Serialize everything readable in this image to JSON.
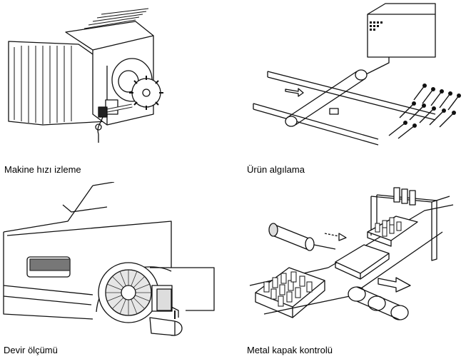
{
  "panels": [
    {
      "caption": "Makine hızı izleme"
    },
    {
      "caption": "Ürün algılama"
    },
    {
      "caption": "Devir ölçümü"
    },
    {
      "caption": "Metal kapak kontrolü"
    }
  ]
}
